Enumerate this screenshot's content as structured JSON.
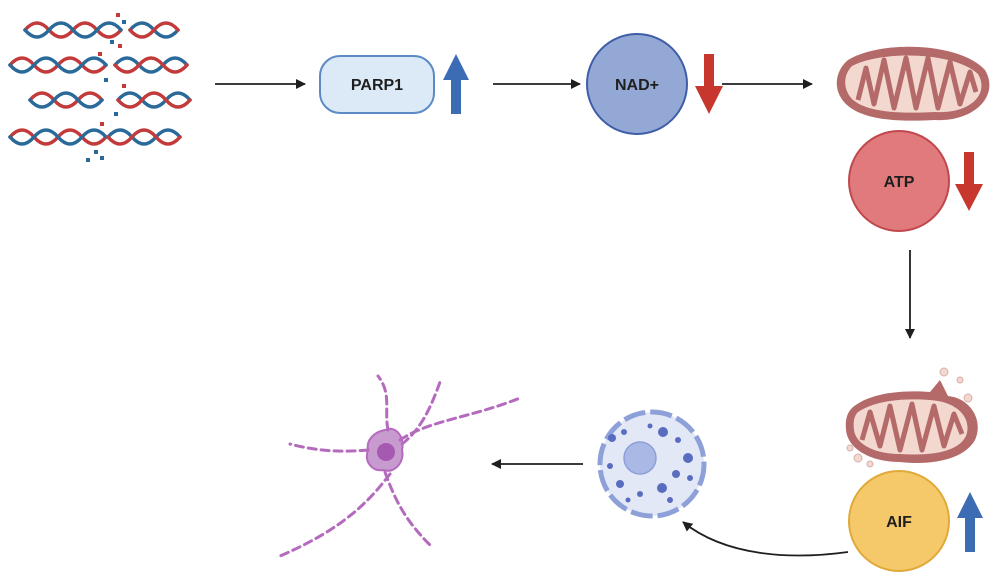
{
  "nodes": {
    "parp1": {
      "label": "PARP1",
      "trend": "up",
      "fill": "#dce9f7",
      "stroke": "#5b8ac4"
    },
    "nad": {
      "label": "NAD+",
      "trend": "down",
      "fill": "#94a8d6",
      "stroke": "#3f5ea8"
    },
    "atp": {
      "label": "ATP",
      "trend": "down",
      "fill": "#e07a7c",
      "stroke": "#c0484d"
    },
    "aif": {
      "label": "AIF",
      "trend": "up",
      "fill": "#f5c96a",
      "stroke": "#e0a93a"
    }
  },
  "icons": [
    "damaged-dna-icon",
    "mitochondrion-icon",
    "damaged-mitochondrion-icon",
    "fragmented-nucleus-icon",
    "dying-neuron-icon"
  ],
  "colors": {
    "up_arrow": "#3c6cb4",
    "down_arrow": "#c8372d",
    "dna_red": "#c23a3a",
    "dna_blue": "#2a6a9a",
    "mito_outer": "#b56a6a",
    "mito_inner": "#f3d8d0",
    "neuron": "#b46bbd",
    "nucleus": "#aab8e6"
  }
}
